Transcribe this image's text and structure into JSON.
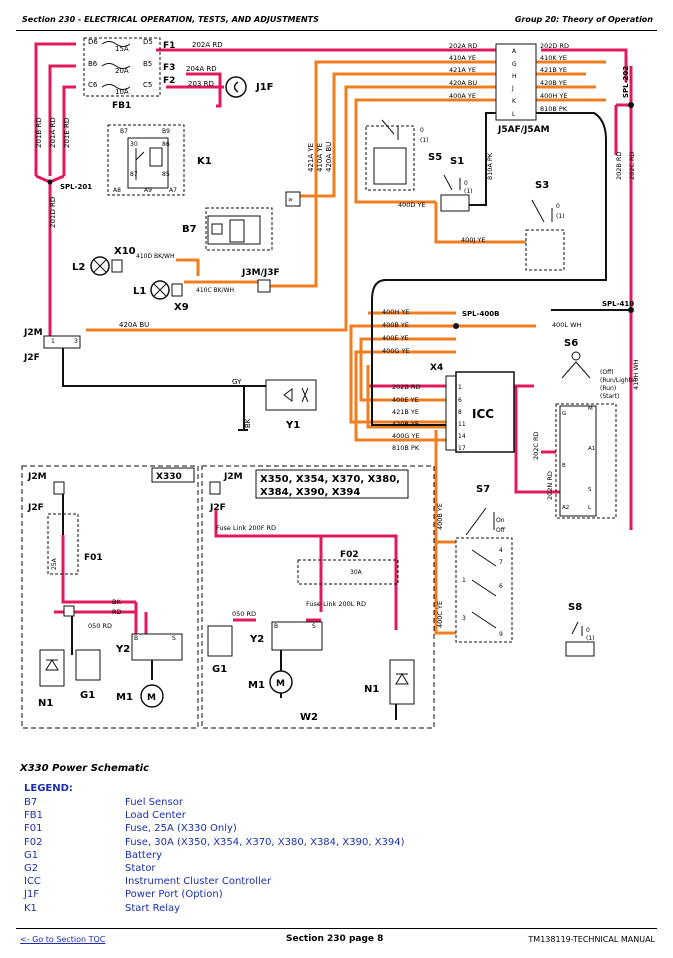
{
  "header": {
    "section": "Section 230 - ELECTRICAL OPERATION, TESTS, AND ADJUSTMENTS",
    "group": "Group 20: Theory of Operation"
  },
  "diagram": {
    "fuses": [
      "F1",
      "F2",
      "F3"
    ],
    "fuse_amps": [
      "15A",
      "20A",
      "10A"
    ],
    "pins_left": [
      "D6",
      "B6",
      "C6"
    ],
    "pins_right": [
      "D5",
      "B5",
      "C5"
    ],
    "fb1": "FB1",
    "j1f": "J1F",
    "wires_top": [
      "202A RD",
      "204A RD",
      "203 RD"
    ],
    "left_wires": [
      "201B RD",
      "201A RD",
      "201E RD",
      "201D RD"
    ],
    "spl201": "SPL-201",
    "k1": "K1",
    "k1_pins": [
      "B7",
      "B9",
      "30",
      "86",
      "87",
      "85",
      "A8",
      "A9",
      "A7"
    ],
    "b7": "B7",
    "vert_wires": [
      "421A YE",
      "410A YE",
      "420A BU"
    ],
    "x10": "X10",
    "x9": "X9",
    "l2": "L2",
    "l1": "L1",
    "w410d": "410D BK/WH",
    "w410c": "410C BK/WH",
    "j3": "J3M/J3F",
    "w420a_bu": "420A BU",
    "j2m": "J2M",
    "j2f": "J2F",
    "gy": "GY",
    "bk": "BK",
    "y1": "Y1",
    "conn_a": [
      "A",
      "G",
      "H",
      "J",
      "K",
      "L"
    ],
    "conn_left": [
      "202A RD",
      "410A YE",
      "421A YE",
      "420A BU",
      "400A YE"
    ],
    "conn_right": [
      "202D RD",
      "410K YE",
      "421B YE",
      "420B YE",
      "400H YE",
      "810B PK"
    ],
    "j5": "J5AF/J5AM",
    "w810a": "810A PK",
    "s5": "S5",
    "s1": "S1",
    "s3": "S3",
    "w400d": "400D YE",
    "w400j": "400J YE",
    "spl202": "SPL-202",
    "w202b": "202B RD",
    "w202c": "202C RD",
    "spl410": "SPL-410",
    "spl400b": "SPL-400B",
    "w400_list": [
      "400H YE",
      "400B YE",
      "400E YE",
      "400G YE"
    ],
    "w400l": "400L WH",
    "s6": "S6",
    "s6_pos": [
      "(Off)",
      "(Run/Lights)",
      "(Run)",
      "(Start)"
    ],
    "w410h": "410H WH",
    "x4": "X4",
    "icc": "ICC",
    "x4_wires": [
      "202B RD",
      "400E YE",
      "421B YE",
      "420B YE",
      "400G YE",
      "810B PK"
    ],
    "x4_pins": [
      "1",
      "6",
      "8",
      "11",
      "14",
      "17"
    ],
    "w202c_rd": "202C RD",
    "w202n": "202N RD",
    "s6_pins": [
      "G",
      "M",
      "A1",
      "B",
      "S",
      "A2",
      "L"
    ],
    "x330": "X330",
    "models": [
      "X350, X354, X370, X380,",
      "X384, X390, X394"
    ],
    "f01": "F01",
    "f01_amp": "25A",
    "s7": "S7",
    "s7_on": "On",
    "s7_off": "Off",
    "s7_pins": [
      "4",
      "7",
      "6",
      "1",
      "3",
      "9"
    ],
    "w400b": "400B YE",
    "w400c": "400C YE",
    "f02": "F02",
    "f02_amp": "30A",
    "link200f": "Fuse Link 200F RD",
    "link200l": "Fuse Link 200L RD",
    "w050": "050 RD",
    "y2": "Y2",
    "g1": "G1",
    "m1": "M1",
    "n1": "N1",
    "w2": "W2",
    "s8": "S8",
    "b_label": "B",
    "s_label": "S",
    "rd": "RD"
  },
  "caption": "X330 Power Schematic",
  "legend_title": "LEGEND:",
  "legend": [
    {
      "k": "B7",
      "v": "Fuel Sensor"
    },
    {
      "k": "FB1",
      "v": "Load Center"
    },
    {
      "k": "F01",
      "v": "Fuse, 25A (X330 Only)"
    },
    {
      "k": "F02",
      "v": "Fuse, 30A (X350, X354, X370, X380, X384, X390, X394)"
    },
    {
      "k": "G1",
      "v": "Battery"
    },
    {
      "k": "G2",
      "v": "Stator"
    },
    {
      "k": "ICC",
      "v": "Instrument Cluster Controller"
    },
    {
      "k": "J1F",
      "v": "Power Port (Option)"
    },
    {
      "k": "K1",
      "v": "Start Relay"
    }
  ],
  "footer": {
    "toc": "<- Go to Section TOC",
    "page": "Section 230 page 8",
    "manual": "TM138119-TECHNICAL MANUAL"
  },
  "colors": {
    "red": "#e0195a",
    "orange": "#f07d1e",
    "black": "#111111",
    "blue_text": "#1c2fb0"
  }
}
